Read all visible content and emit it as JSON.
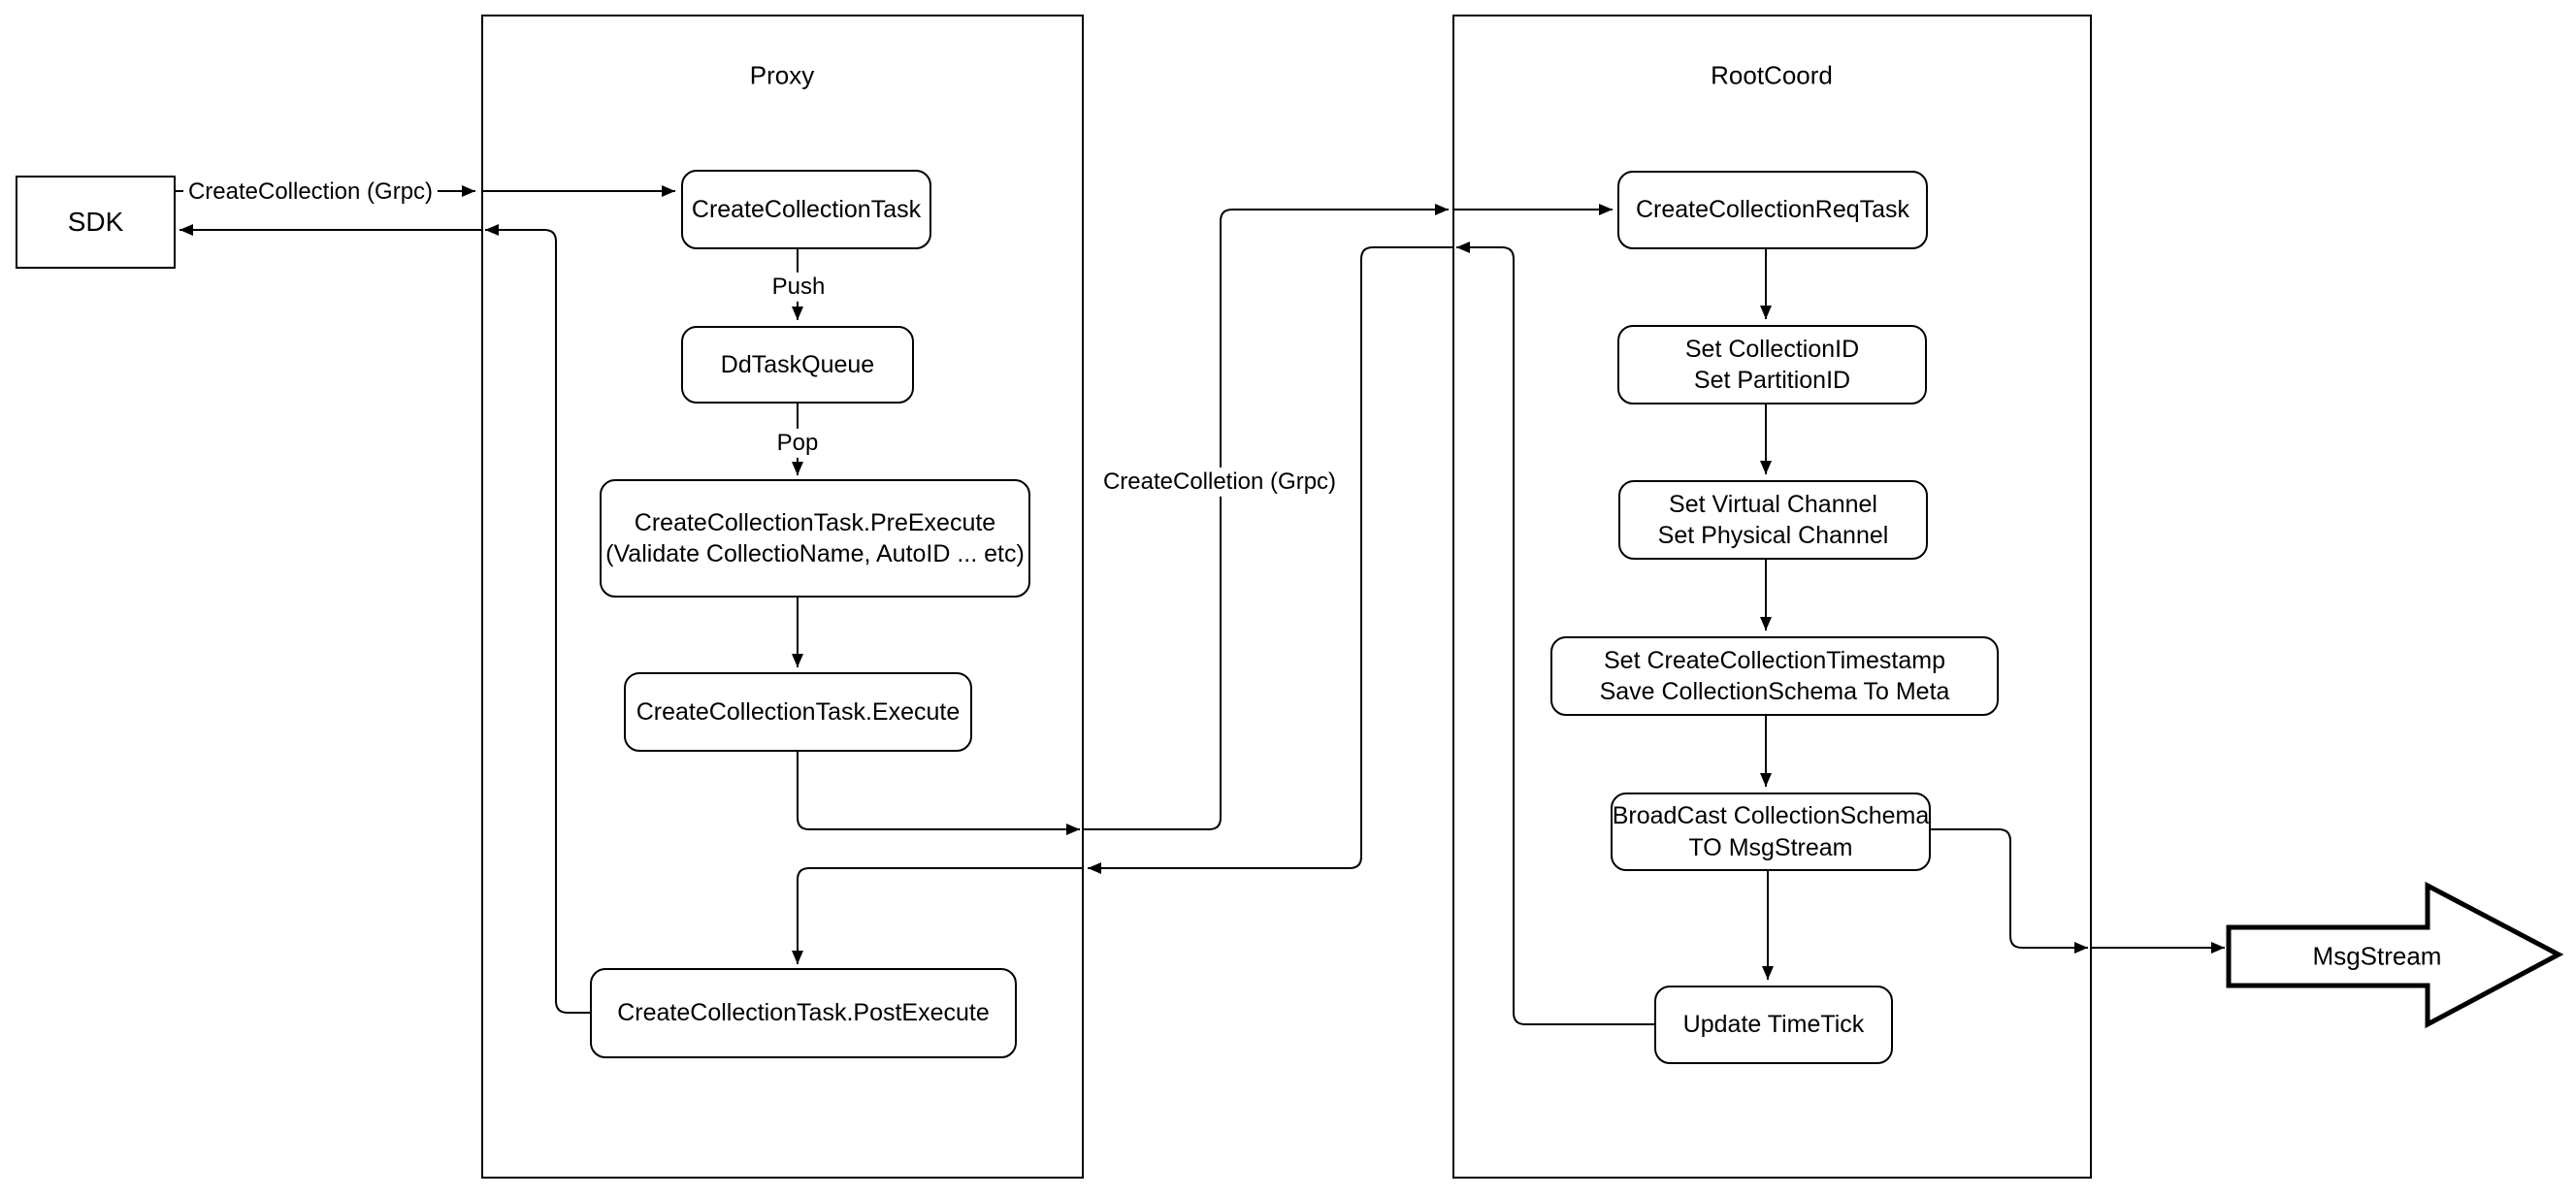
{
  "diagram": {
    "sdk": {
      "label": "SDK"
    },
    "containers": {
      "proxy": {
        "title": "Proxy"
      },
      "rootcoord": {
        "title": "RootCoord"
      }
    },
    "proxy_nodes": {
      "create_collection_task": {
        "label": "CreateCollectionTask"
      },
      "dd_task_queue": {
        "label": "DdTaskQueue"
      },
      "pre_execute": {
        "line1": "CreateCollectionTask.PreExecute",
        "line2": "(Validate CollectioName, AutoID ... etc)"
      },
      "execute": {
        "label": "CreateCollectionTask.Execute"
      },
      "post_execute": {
        "label": "CreateCollectionTask.PostExecute"
      }
    },
    "rootcoord_nodes": {
      "req_task": {
        "label": "CreateCollectionReqTask"
      },
      "set_ids": {
        "line1": "Set CollectionID",
        "line2": "Set PartitionID"
      },
      "set_channels": {
        "line1": "Set Virtual Channel",
        "line2": "Set Physical Channel"
      },
      "set_timestamp": {
        "line1": "Set CreateCollectionTimestamp",
        "line2": "Save CollectionSchema To Meta"
      },
      "broadcast": {
        "line1": "BroadCast CollectionSchema",
        "line2": "TO MsgStream"
      },
      "update_timetick": {
        "label": "Update TimeTick"
      }
    },
    "edge_labels": {
      "push": "Push",
      "pop": "Pop",
      "grpc_out": {
        "line1": "CreateCollection",
        "line2": "(Grpc)"
      },
      "grpc_mid": {
        "line1": "CreateColletion",
        "line2": "(Grpc)"
      }
    },
    "msgstream": {
      "label": "MsgStream"
    },
    "colors": {
      "stroke": "#000000",
      "background": "#ffffff"
    }
  }
}
